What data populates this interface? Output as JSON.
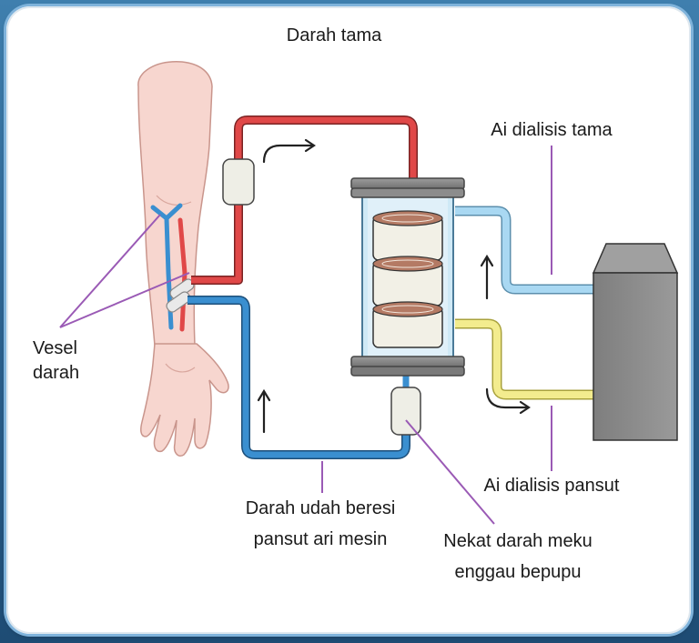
{
  "labels": {
    "incoming_blood": "Darah tama",
    "dialysate_in": "Ai dialisis tama",
    "blood_vessels_line1": "Vesel",
    "blood_vessels_line2": "darah",
    "dialysate_out": "Ai dialisis pansut",
    "clean_blood_line1": "Darah udah beresi",
    "clean_blood_line2": "pansut ari mesin",
    "clot_trap_line1": "Nekat darah meku",
    "clot_trap_line2": "enggau bepupu"
  },
  "colors": {
    "artery_red": "#e04848",
    "vein_blue": "#3a8fd0",
    "dialysate_in_blue": "#a9d8f2",
    "dialysate_out_yellow": "#f3ec8e",
    "skin": "#f7d6cf",
    "leader_purple": "#9a5ab5",
    "machine_gray": "#8a8a8a",
    "frame_blue": "#2f6b9a"
  }
}
